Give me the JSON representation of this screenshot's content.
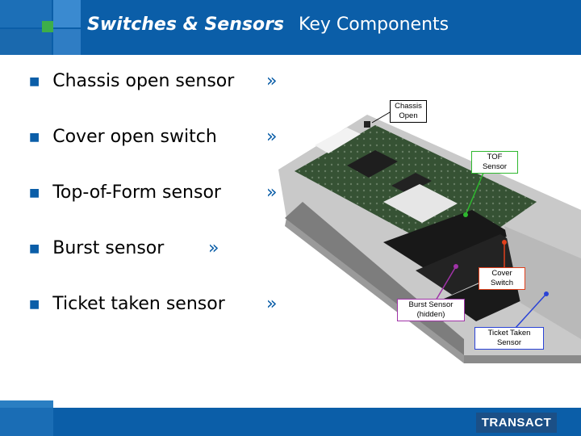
{
  "header": {
    "title_bold": "Switches & Sensors",
    "title_rest": "Key Components"
  },
  "bullets": [
    {
      "label": "Chassis open sensor"
    },
    {
      "label": "Cover open switch"
    },
    {
      "label": "Top-of-Form sensor"
    },
    {
      "label": "Burst sensor"
    },
    {
      "label": "Ticket taken sensor"
    }
  ],
  "arrow_glyph": "»",
  "callouts": {
    "chassis_open": [
      "Chassis",
      "Open"
    ],
    "tof_sensor": [
      "TOF",
      "Sensor"
    ],
    "cover_switch": [
      "Cover",
      "Switch"
    ],
    "burst_sensor": [
      "Burst Sensor",
      "(hidden)"
    ],
    "ticket_taken": [
      "Ticket Taken",
      "Sensor"
    ]
  },
  "callout_colors": {
    "chassis_open": "#000000",
    "tof_sensor": "#2eb82e",
    "cover_switch": "#e0401c",
    "burst_sensor": "#a033a8",
    "ticket_taken": "#2a43d6"
  },
  "footer": {
    "logo": "TRANSACT"
  },
  "colors": {
    "brand_blue": "#0b5ea8"
  }
}
